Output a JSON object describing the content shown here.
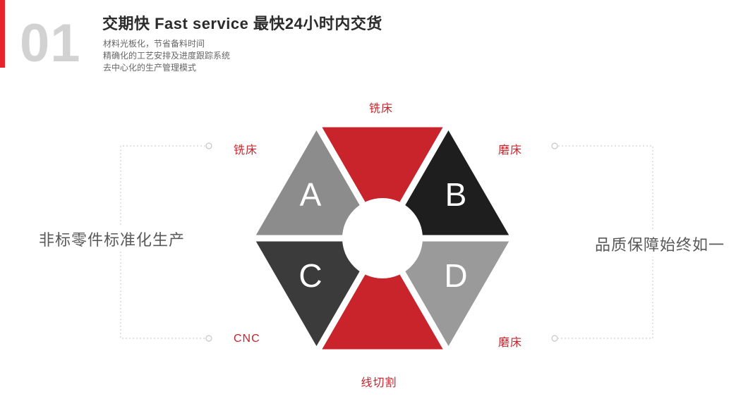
{
  "header": {
    "index": "01",
    "title": "交期快  Fast service 最快24小时内交货",
    "bullets": [
      "材料光板化，节省备料时间",
      "精确化的工艺安排及进度跟踪系统",
      "去中心化的生产管理模式"
    ],
    "accent_bar_color": "#e8232c"
  },
  "hexagon": {
    "center_color": "#ffffff",
    "segments": {
      "top": {
        "color": "#c9242c",
        "letter": ""
      },
      "upper_right": {
        "color": "#1e1e1e",
        "letter": "B"
      },
      "lower_right": {
        "color": "#9a9a9a",
        "letter": "D"
      },
      "bottom": {
        "color": "#c9242c",
        "letter": ""
      },
      "lower_left": {
        "color": "#3b3b3b",
        "letter": "C"
      },
      "upper_left": {
        "color": "#8c8c8c",
        "letter": "A"
      }
    }
  },
  "callouts": {
    "top": "铣床",
    "left_top": "铣床",
    "right_top": "磨床",
    "left_bottom": "CNC",
    "right_bottom": "磨床",
    "bottom": "线切割",
    "left_headline": "非标零件标准化生产",
    "right_headline": "品质保障始终如一"
  },
  "colors": {
    "label_red": "#c9242c",
    "connector_gray": "#c6c6c6",
    "index_gray": "#d2d2d2"
  }
}
